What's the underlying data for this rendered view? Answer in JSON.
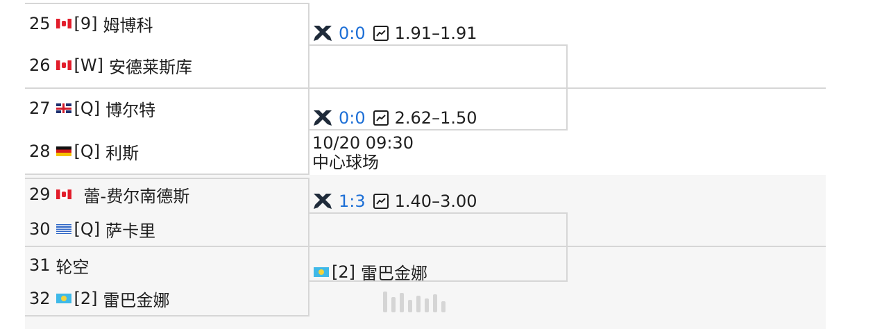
{
  "players": [
    {
      "num": "25",
      "flag": "ca",
      "prefix": "[9]",
      "name": "姆博科"
    },
    {
      "num": "26",
      "flag": "ca",
      "prefix": "[W]",
      "name": "安德莱斯库"
    },
    {
      "num": "27",
      "flag": "gb",
      "prefix": "[Q]",
      "name": "博尔特"
    },
    {
      "num": "28",
      "flag": "de",
      "prefix": "[Q]",
      "name": "利斯"
    },
    {
      "num": "29",
      "flag": "ca",
      "prefix": "",
      "name": "蕾-费尔南德斯"
    },
    {
      "num": "30",
      "flag": "gr",
      "prefix": "[Q]",
      "name": "萨卡里"
    },
    {
      "num": "31",
      "flag": "",
      "prefix": "",
      "name": "轮空"
    },
    {
      "num": "32",
      "flag": "kz",
      "prefix": "[2]",
      "name": "雷巴金娜"
    }
  ],
  "matches": [
    {
      "score": "0:0",
      "odds": "1.91–1.91",
      "icon": "crossed-swords-icon"
    },
    {
      "score": "0:0",
      "odds": "2.62–1.50",
      "icon": "crossed-swords-icon"
    },
    {
      "score": "1:3",
      "odds": "1.40–3.00",
      "icon": "crossed-swords-icon"
    }
  ],
  "match2_info": {
    "datetime": "10/20 09:30",
    "venue": "中心球场"
  },
  "advanced": {
    "flag": "kz",
    "prefix": "[2]",
    "name": "雷巴金娜"
  },
  "colors": {
    "score": "#1d6fd6",
    "lines": "#d6d6d6",
    "shade": "#f6f6f6"
  }
}
